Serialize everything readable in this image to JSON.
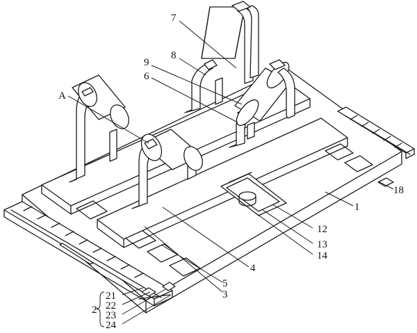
{
  "figure": {
    "callouts": [
      {
        "id": "c7",
        "text": "7"
      },
      {
        "id": "c8",
        "text": "8"
      },
      {
        "id": "c9",
        "text": "9"
      },
      {
        "id": "c6",
        "text": "6"
      },
      {
        "id": "cA",
        "text": "A"
      },
      {
        "id": "c18",
        "text": "18"
      },
      {
        "id": "c1",
        "text": "1"
      },
      {
        "id": "c12",
        "text": "12"
      },
      {
        "id": "c13",
        "text": "13"
      },
      {
        "id": "c14",
        "text": "14"
      },
      {
        "id": "c4",
        "text": "4"
      },
      {
        "id": "c5",
        "text": "5"
      },
      {
        "id": "c3",
        "text": "3"
      },
      {
        "id": "c21",
        "text": "21"
      },
      {
        "id": "c22",
        "text": "22"
      },
      {
        "id": "c23",
        "text": "23"
      },
      {
        "id": "c24",
        "text": "24"
      },
      {
        "id": "c2",
        "text": "2"
      }
    ]
  }
}
